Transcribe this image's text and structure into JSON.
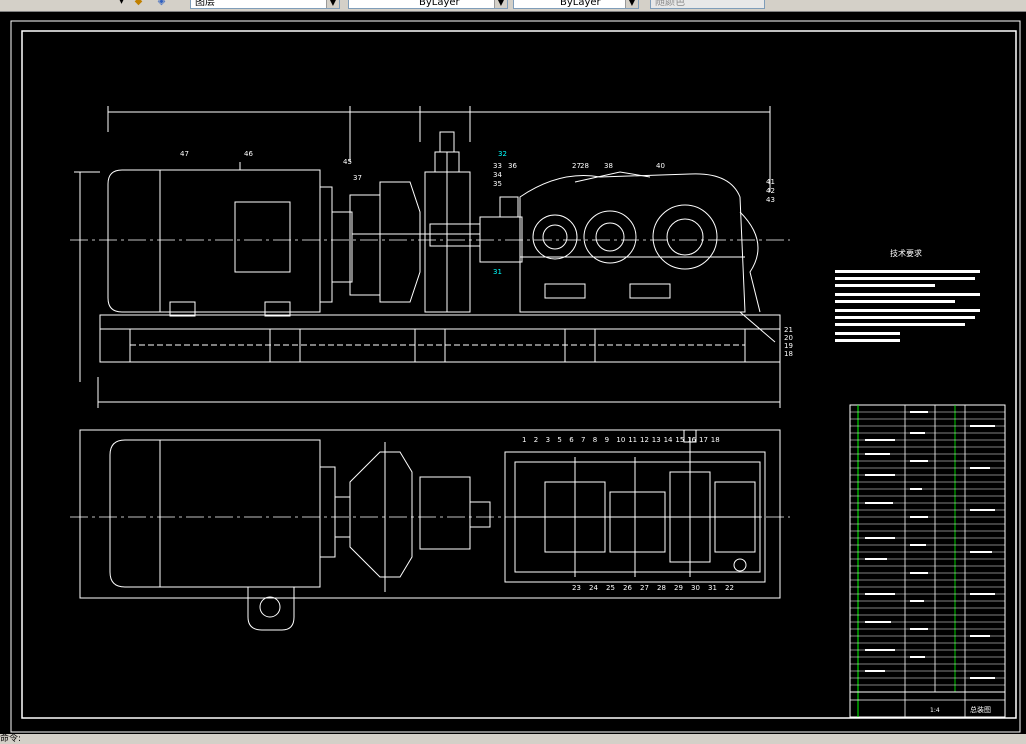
{
  "toolbar": {
    "layer_combo": "图层",
    "linetype_combo": "ByLayer",
    "lineweight_combo": "ByLayer",
    "color_combo": "随颜色"
  },
  "status_bar": {
    "command_text": "命令:"
  },
  "drawing": {
    "callouts_top": [
      "47",
      "46",
      "45",
      "37",
      "33",
      "34",
      "35",
      "31",
      "32",
      "36",
      "27",
      "28",
      "38",
      "40",
      "41",
      "42",
      "43",
      "21",
      "20",
      "19",
      "18"
    ],
    "callouts_bottom_top": [
      "1",
      "2",
      "3",
      "5",
      "6",
      "7",
      "8",
      "9",
      "10",
      "11",
      "12",
      "13",
      "14",
      "15",
      "16",
      "17",
      "18"
    ],
    "callouts_bottom_bottom": [
      "23",
      "24",
      "25",
      "26",
      "27",
      "28",
      "29",
      "30",
      "31",
      "22"
    ],
    "tech_req_title": "技术要求",
    "title_block_name": "总装图",
    "scale": "1:4"
  },
  "colors": {
    "background": "#000000",
    "lines": "#ffffff",
    "frame": "#ffffff",
    "accent_cyan": "#00ffff",
    "table_green": "#00ff00"
  }
}
